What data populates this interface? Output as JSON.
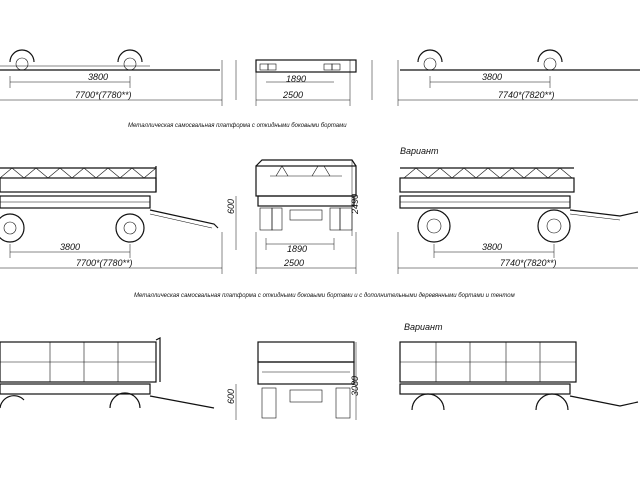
{
  "rows": [
    {
      "side": {
        "wheelbase": "3800",
        "length": "7700*(7780**)"
      },
      "rear": {
        "track": "1890",
        "width": "2500"
      },
      "variant": {
        "wheelbase": "3800",
        "length": "7740*(7820**)"
      }
    },
    {
      "caption": "Металлическая самосвальная платформа с откидными боковыми бортами",
      "side": {
        "wheelbase": "3800",
        "length": "7700*(7780**)",
        "height_label": "600"
      },
      "rear": {
        "track": "1890",
        "width": "2500",
        "height": "2490"
      },
      "variant": {
        "label": "Вариант",
        "wheelbase": "3800",
        "length": "7740*(7820**)"
      }
    },
    {
      "caption": "Металлическая самосвальная платформа с откидными боковыми бортами и с дополнительными деревянными бортами и тентом",
      "side": {
        "height_label": "600"
      },
      "rear": {
        "height": "3080"
      },
      "variant": {
        "label": "Вариант"
      }
    }
  ]
}
